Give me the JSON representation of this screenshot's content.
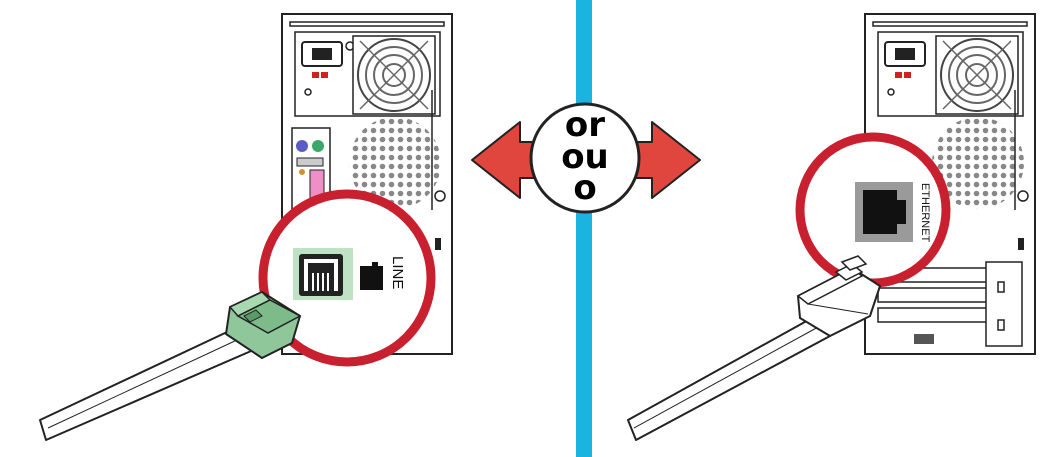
{
  "left_panel": {
    "port_label": "LINE"
  },
  "right_panel": {
    "port_label": "ETHERNET"
  },
  "center_badge": {
    "lines": [
      "or",
      "ou",
      "o"
    ]
  },
  "colors": {
    "divider": "#1bb3df",
    "callout_ring": "#c8202f",
    "arrow": "#e0453e",
    "phone_plug": "#8fc79b",
    "phone_port_bg": "#bfe2c5",
    "ethernet_port_bg": "#9a9a9a"
  }
}
